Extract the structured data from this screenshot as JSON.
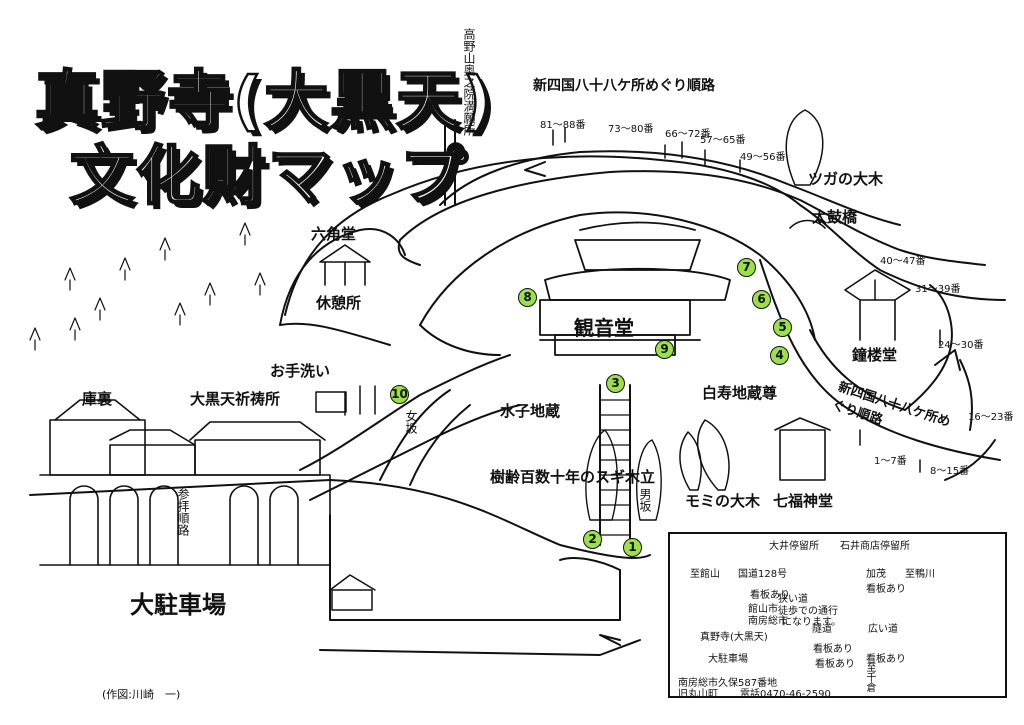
{
  "title": {
    "line1": "真野寺(大黒天)",
    "line2": "文化財マップ"
  },
  "places": {
    "kannondo": "観音堂",
    "rokkakudo": "六角堂",
    "rest": "休憩所",
    "otearai": "お手洗い",
    "kuri": "庫裏",
    "daikokuten_kitosho": "大黒天祈祷所",
    "mizuko_jizo": "水子地蔵",
    "sugi": "樹齢百数十年のスギ木立",
    "hakuju_jizo": "白寿地蔵尊",
    "momi": "モミの大木",
    "shichifuku": "七福神堂",
    "shorodo": "鐘楼堂",
    "tsuga": "ツガの大木",
    "taikobashi": "太鼓橋",
    "parking": "大駐車場",
    "onnazaka": "女坂",
    "otokozaka": "男坂",
    "sanpai": "参拝順路",
    "koyasan": "高野山奥之院満願所",
    "route_top": "新四国八十八ケ所めぐり順路",
    "route_right": "新四国八十八ケ所めぐり順路"
  },
  "markers": [
    "1",
    "2",
    "3",
    "4",
    "5",
    "6",
    "7",
    "8",
    "9",
    "10"
  ],
  "ban": {
    "b81_88": "81〜88番",
    "b73_80": "73〜80番",
    "b66_72": "66〜72番",
    "b57_65": "57〜65番",
    "b49_56": "49〜56番",
    "b40_47": "40〜47番",
    "b31_39": "31〜39番",
    "b24_30": "24〜30番",
    "b16_23": "16〜23番",
    "b8_15": "8〜15番",
    "b1_7": "1〜7番"
  },
  "inset": {
    "busstop1": "大井停留所",
    "busstop2": "石井商店停留所",
    "to_tateyama": "至館山",
    "route128": "国道128号",
    "kamo": "加茂",
    "to_kamogawa": "至鴨川",
    "sign1": "看板あり",
    "tateyama_city": "館山市",
    "minamiboso_city": "南房総市",
    "narrow_road": "狭い道",
    "walk_note1": "徒歩での通行",
    "walk_note2": "になります。",
    "sign2": "看板あり",
    "hiroi": "広い道",
    "zuidou": "隧道",
    "sign3": "看板あり",
    "temple": "真野寺(大黒天)",
    "sign4": "看板あり",
    "sign5": "看板あり",
    "parking": "大駐車場",
    "to_chikura": "至千倉",
    "address1": "南房総市久保587番地",
    "address2": "旧丸山町",
    "tel": "電話0470-46-2590"
  },
  "credit": "(作図:川崎　一)"
}
